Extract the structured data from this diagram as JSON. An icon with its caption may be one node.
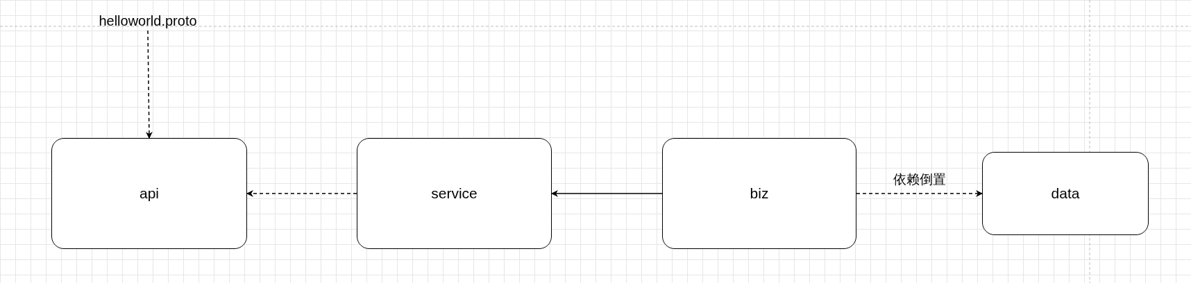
{
  "diagram": {
    "nodes": [
      {
        "text": [
          "helloworld.proto"
        ]
      },
      {
        "text": [
          "api"
        ]
      },
      {
        "text": [
          "service"
        ]
      },
      {
        "text": [
          "biz"
        ]
      },
      {
        "text": [
          "data"
        ]
      }
    ],
    "edges": [
      {
        "from": 0,
        "to": 1,
        "arrow": "to",
        "style": "dashed"
      },
      {
        "from": 2,
        "to": 1,
        "arrow": "to",
        "style": "dashed"
      },
      {
        "from": 3,
        "to": 2,
        "arrow": "to"
      },
      {
        "from": 3,
        "to": 4,
        "arrow": "to",
        "style": "dashed",
        "label": "依赖倒置"
      }
    ]
  }
}
